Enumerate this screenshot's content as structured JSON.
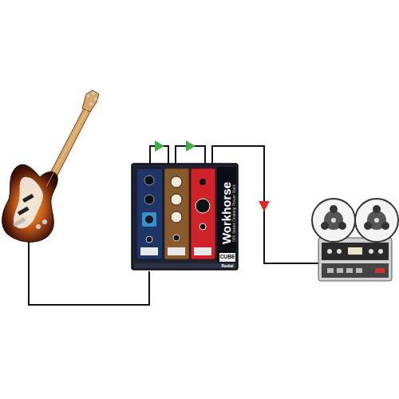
{
  "diagram": {
    "nodes": [
      {
        "text": [
          "Workhorse",
          "500 Series Desktop Power Rack",
          "CUBE",
          "Radial"
        ]
      }
    ]
  }
}
